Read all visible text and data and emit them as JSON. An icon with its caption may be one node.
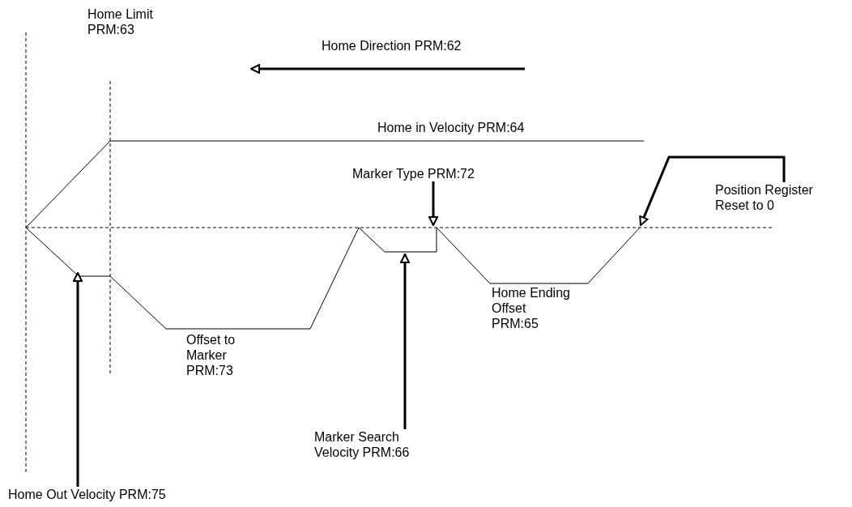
{
  "diagram": {
    "nodes": [
      {
        "text": [
          "Marker Type PRM:72"
        ]
      },
      {
        "text": [
          "Position Register Reset to 0"
        ]
      },
      {
        "text": [
          "Marker Search Velocity PRM:66"
        ]
      },
      {
        "text": [
          "Home Out Velocity PRM:75"
        ]
      }
    ],
    "edges": [
      {
        "from": 0,
        "to": null,
        "arrow": "to"
      },
      {
        "from": 1,
        "to": null,
        "arrow": "to"
      },
      {
        "from": 2,
        "to": null,
        "arrow": "to"
      },
      {
        "from": 3,
        "to": null,
        "arrow": "to"
      }
    ],
    "labels": [
      "Home Limit PRM:63",
      "Home Direction PRM:62",
      "Home in Velocity PRM:64",
      "Offset to Marker PRM:73",
      "Home Ending Offset PRM:65"
    ]
  }
}
